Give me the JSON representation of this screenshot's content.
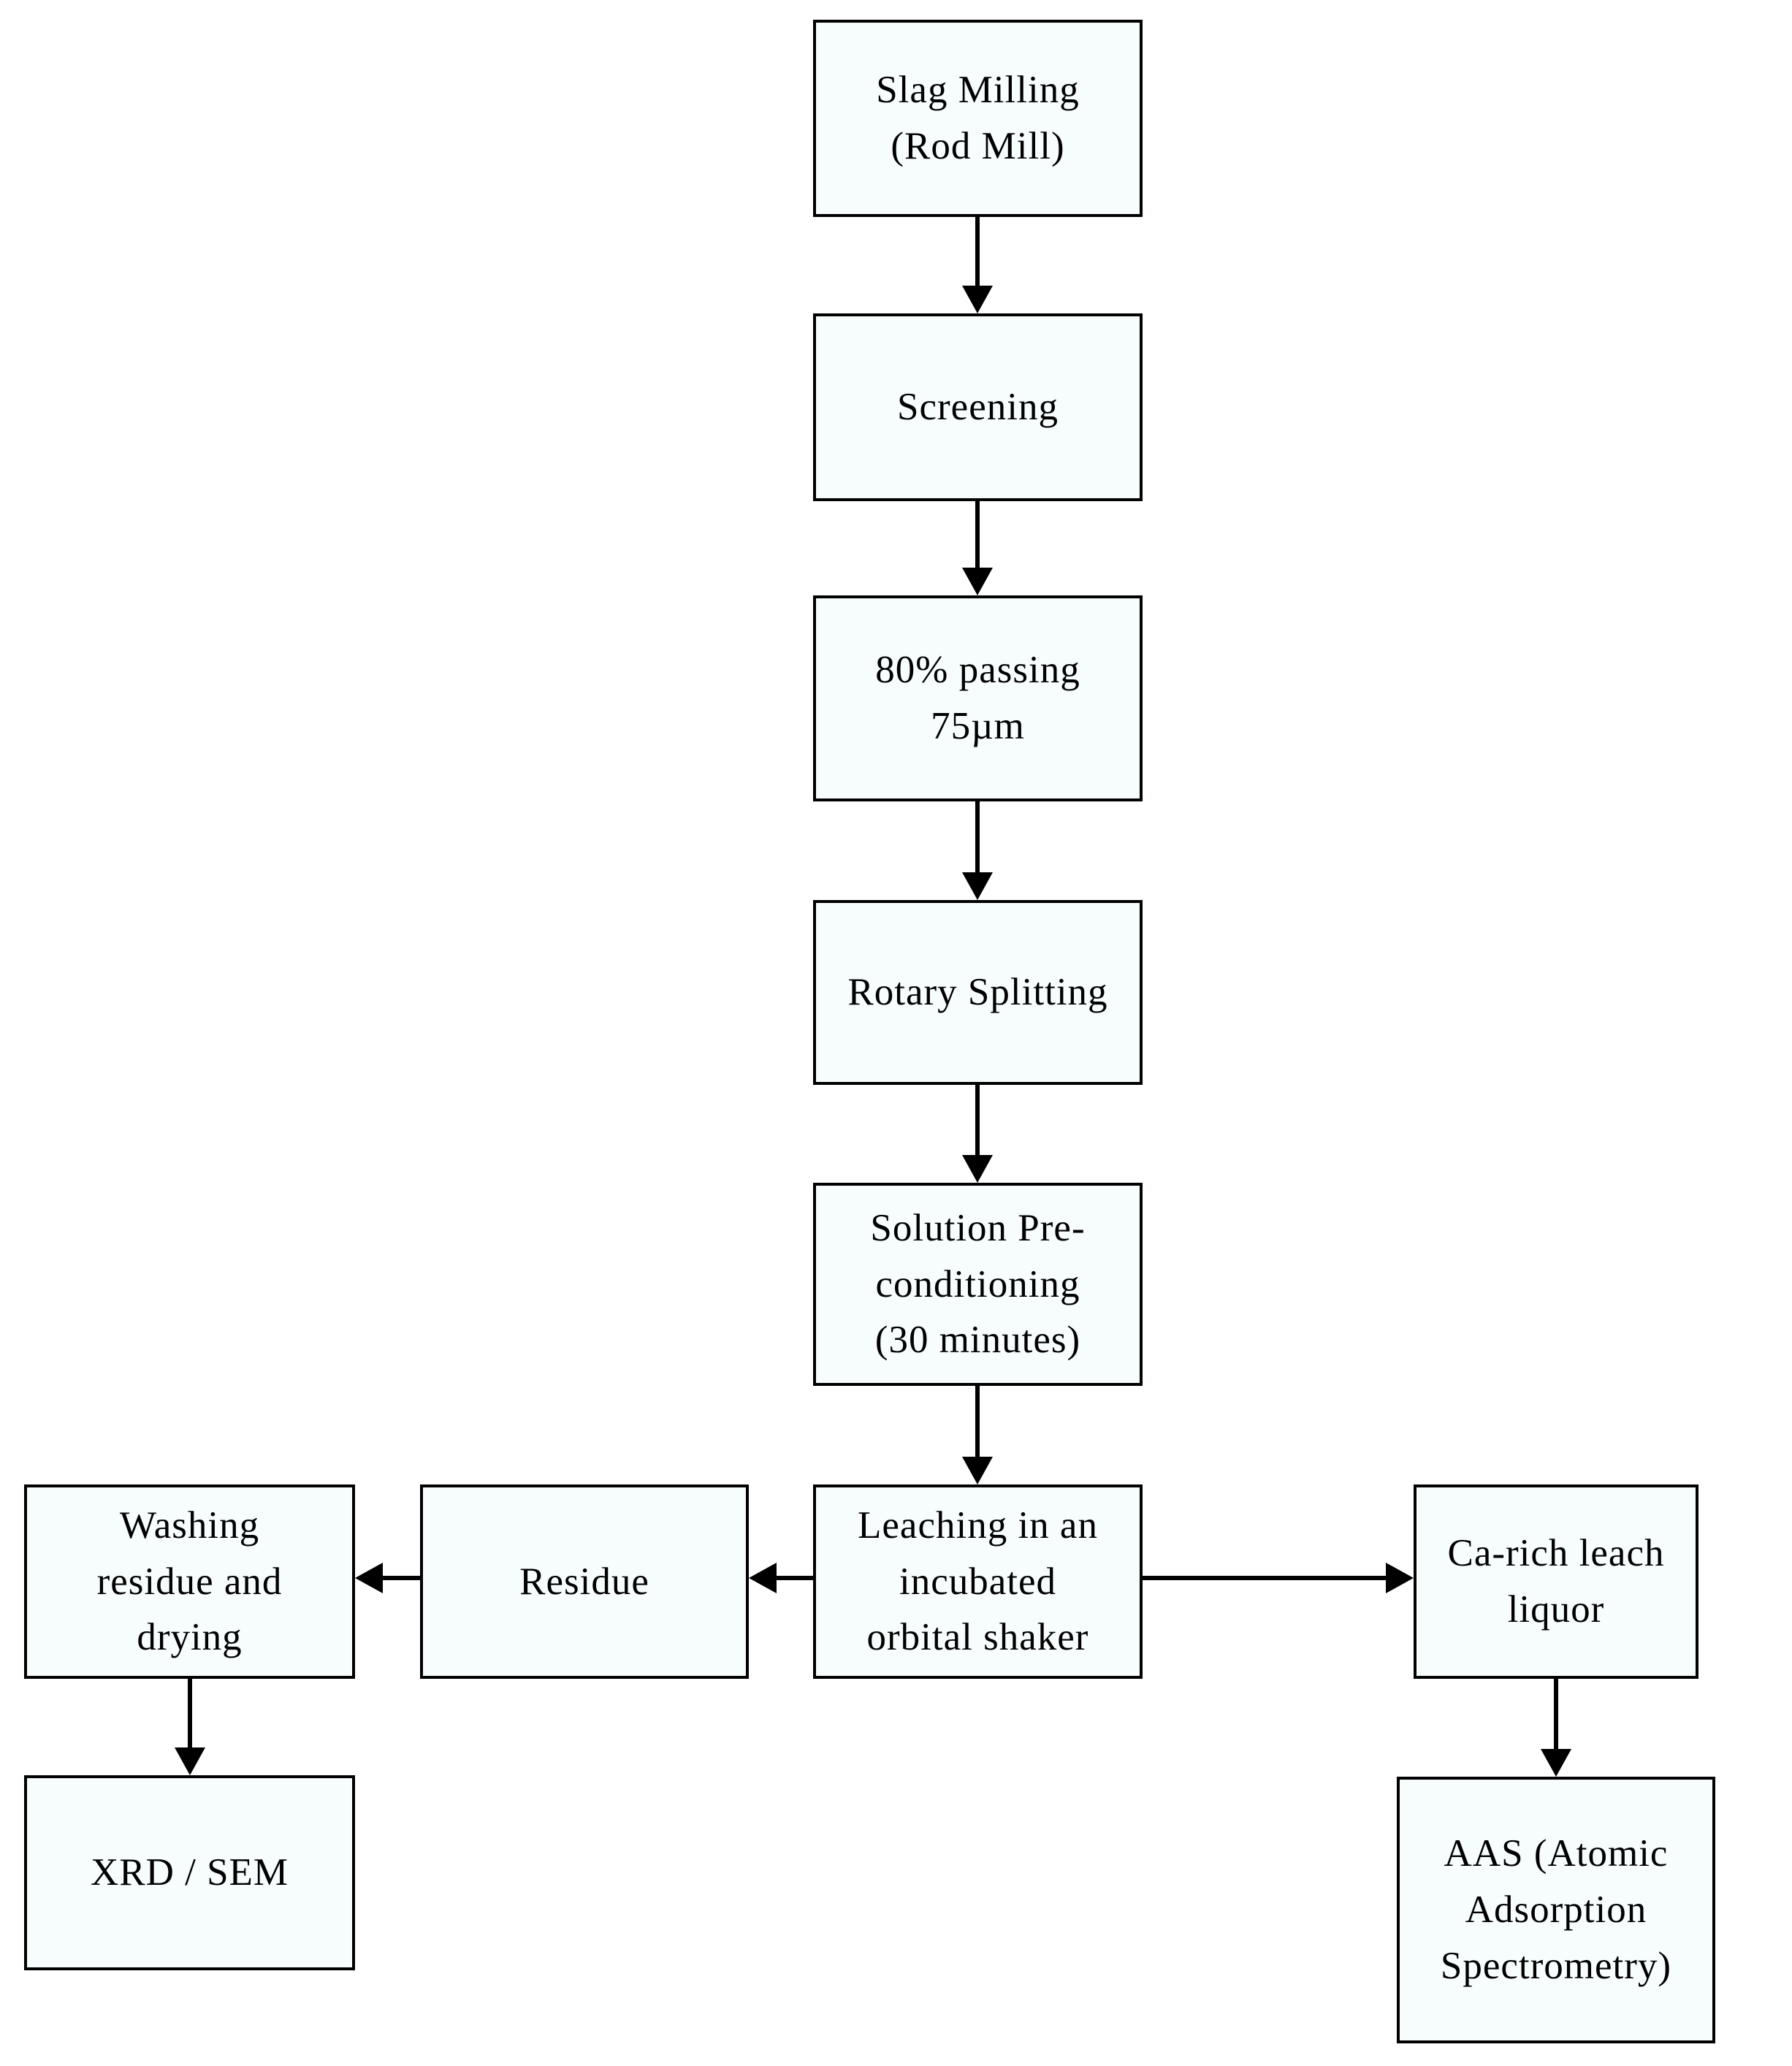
{
  "diagram": {
    "type": "flowchart",
    "colors": {
      "node_fill": "#f7fcfd",
      "node_border": "#000000",
      "arrow": "#000000",
      "text": "#000000",
      "background": "#ffffff"
    },
    "nodes": {
      "slag_milling": {
        "lines": [
          "Slag Milling",
          "(Rod Mill)"
        ]
      },
      "screening": {
        "lines": [
          "Screening"
        ]
      },
      "passing_75um": {
        "lines": [
          "80% passing",
          "75µm"
        ]
      },
      "rotary_splitting": {
        "lines": [
          "Rotary Splitting"
        ]
      },
      "solution_preconditioning": {
        "lines": [
          "Solution Pre-",
          "conditioning",
          "(30 minutes)"
        ]
      },
      "leaching": {
        "lines": [
          "Leaching in an",
          "incubated",
          "orbital shaker"
        ]
      },
      "washing_drying": {
        "lines": [
          "Washing",
          "residue and",
          "drying"
        ]
      },
      "residue": {
        "lines": [
          "Residue"
        ]
      },
      "ca_rich_leach_liquor": {
        "lines": [
          "Ca-rich leach",
          "liquor"
        ]
      },
      "xrd_sem": {
        "lines": [
          "XRD / SEM"
        ]
      },
      "aas": {
        "lines": [
          "AAS (Atomic",
          "Adsorption",
          "Spectrometry)"
        ]
      }
    },
    "edges": [
      {
        "from": "slag_milling",
        "to": "screening"
      },
      {
        "from": "screening",
        "to": "passing_75um"
      },
      {
        "from": "passing_75um",
        "to": "rotary_splitting"
      },
      {
        "from": "rotary_splitting",
        "to": "solution_preconditioning"
      },
      {
        "from": "solution_preconditioning",
        "to": "leaching"
      },
      {
        "from": "leaching",
        "to": "residue"
      },
      {
        "from": "residue",
        "to": "washing_drying"
      },
      {
        "from": "washing_drying",
        "to": "xrd_sem"
      },
      {
        "from": "leaching",
        "to": "ca_rich_leach_liquor"
      },
      {
        "from": "ca_rich_leach_liquor",
        "to": "aas"
      }
    ]
  }
}
